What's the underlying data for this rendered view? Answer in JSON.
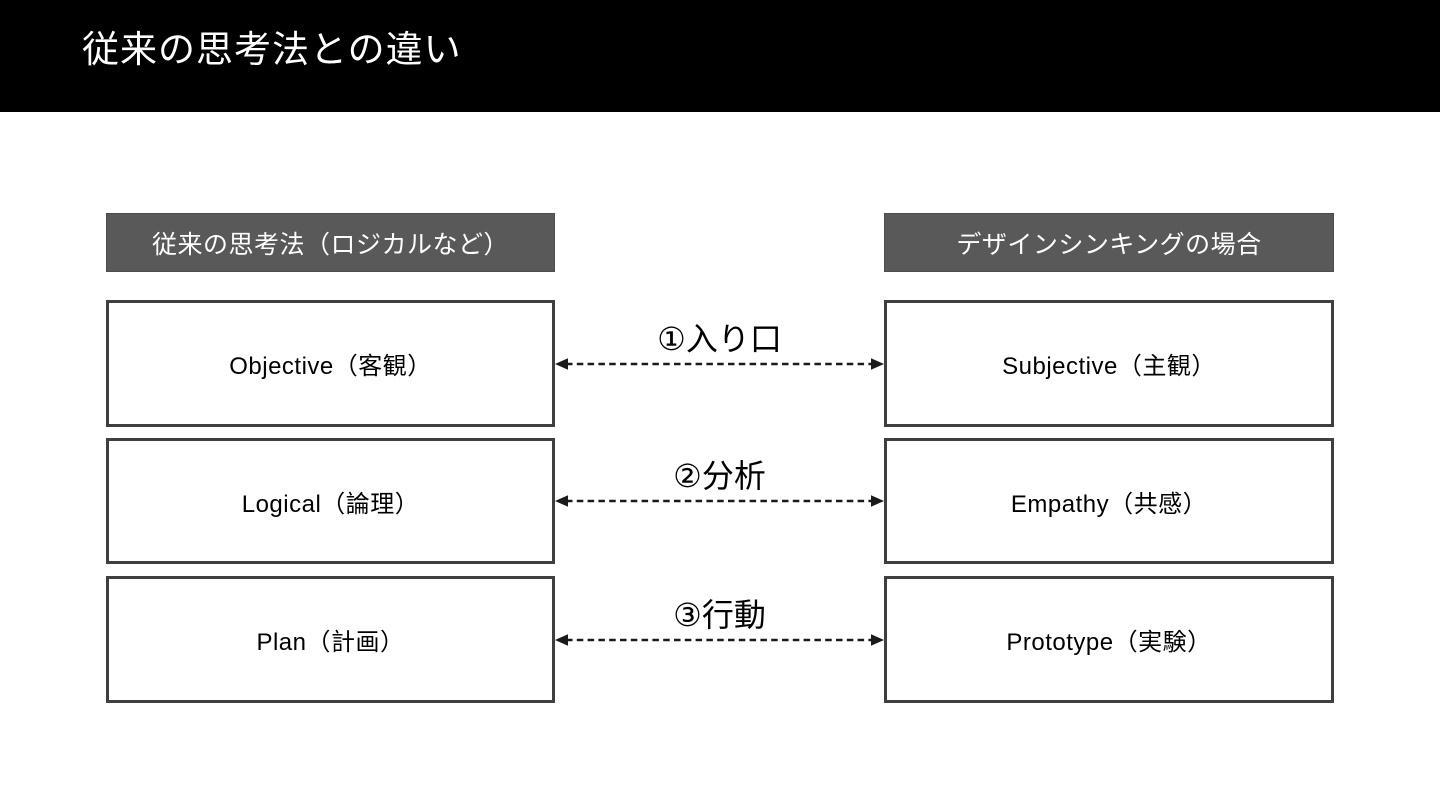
{
  "slide": {
    "title": "従来の思考法との違い",
    "columns": {
      "left_header": "従来の思考法（ロジカルなど）",
      "right_header": "デザインシンキングの場合"
    },
    "rows": [
      {
        "left": "Objective（客観）",
        "label": "①入り口",
        "right": "Subjective（主観）"
      },
      {
        "left": "Logical（論理）",
        "label": "②分析",
        "right": "Empathy（共感）"
      },
      {
        "left": "Plan（計画）",
        "label": "③行動",
        "right": "Prototype（実験）"
      }
    ],
    "colors": {
      "title_bar_bg": "#000000",
      "title_text": "#ffffff",
      "column_header_bg": "#595959",
      "column_header_text": "#ffffff",
      "box_border": "#3f3f3f",
      "box_bg": "#ffffff",
      "box_text": "#000000",
      "arrow": "#1a1a1a"
    }
  }
}
